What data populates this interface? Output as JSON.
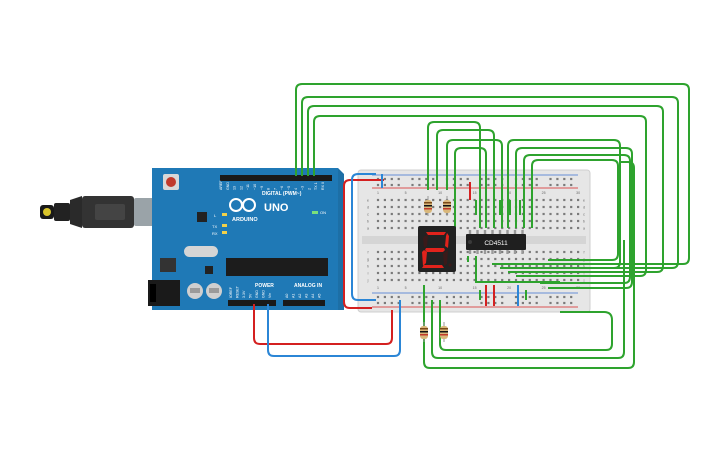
{
  "arduino": {
    "logo_text": "ARDUINO",
    "model": "UNO",
    "digital_header": "DIGITAL (PWM~)",
    "power_header": "POWER",
    "analog_header": "ANALOG IN",
    "digital_pins": [
      "AREF",
      "GND",
      "13",
      "12",
      "~11",
      "~10",
      "~9",
      "8",
      "7",
      "~6",
      "~5",
      "4",
      "~3",
      "2",
      "TX 1",
      "RX 0"
    ],
    "power_pins": [
      "IOREF",
      "RESET",
      "3.3V",
      "5V",
      "GND",
      "GND",
      "Vin"
    ],
    "analog_pins": [
      "A0",
      "A1",
      "A2",
      "A3",
      "A4",
      "A5"
    ],
    "led_labels": [
      "L",
      "TX",
      "RX"
    ],
    "on_label": "ON"
  },
  "breadboard": {
    "column_numbers": [
      "1",
      "5",
      "10",
      "15",
      "20",
      "25",
      "30"
    ],
    "row_letters_top": [
      "a",
      "b",
      "c",
      "d",
      "e"
    ],
    "row_letters_bottom": [
      "f",
      "g",
      "h",
      "i",
      "j"
    ]
  },
  "ic": {
    "label": "CD4511"
  },
  "seven_segment": {
    "digit": "2",
    "color": "#e0231c"
  },
  "wire_colors": {
    "green": "#2ea32e",
    "red": "#d42020",
    "blue": "#2b86d6"
  }
}
